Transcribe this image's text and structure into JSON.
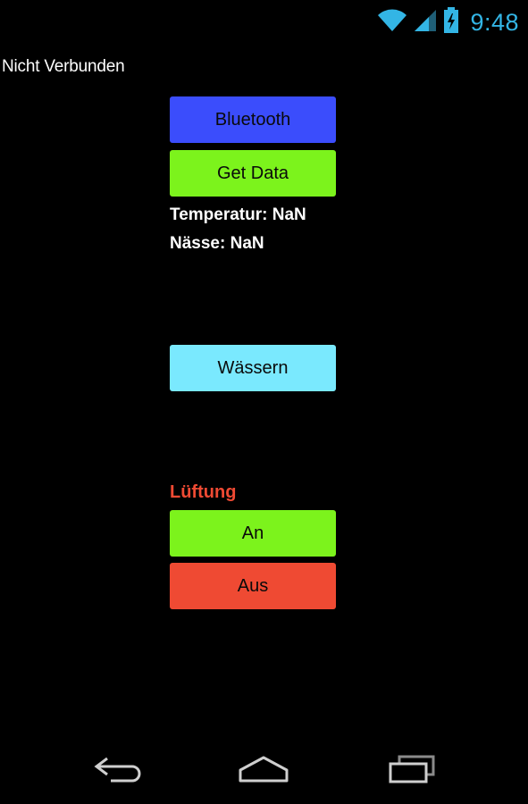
{
  "status_bar": {
    "time": "9:48",
    "icons": [
      "wifi-icon",
      "cell-signal-icon",
      "battery-charging-icon"
    ],
    "accent_color": "#33b5e5"
  },
  "app": {
    "connection_status": "Nicht Verbunden",
    "buttons": {
      "bluetooth": {
        "label": "Bluetooth",
        "color": "#3b4dfc"
      },
      "get_data": {
        "label": "Get Data",
        "color": "#7cf31c"
      },
      "water": {
        "label": "Wässern",
        "color": "#7ae9fe"
      },
      "ventilation_on": {
        "label": "An",
        "color": "#7cf31c"
      },
      "ventilation_off": {
        "label": "Aus",
        "color": "#ef4a33"
      }
    },
    "readings": {
      "temperature": "Temperatur: NaN",
      "moisture": "Nässe: NaN"
    },
    "ventilation_label": "Lüftung",
    "ventilation_label_color": "#ef4a33"
  },
  "nav_bar": {
    "icons": [
      "back-icon",
      "home-icon",
      "recent-apps-icon"
    ]
  }
}
